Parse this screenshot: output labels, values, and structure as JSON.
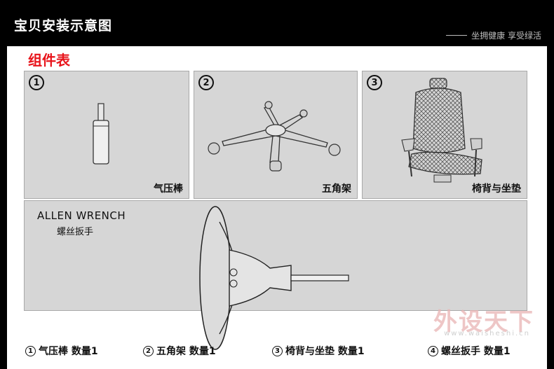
{
  "header": {
    "title": "宝贝安装示意图",
    "slogan": "坐拥健康  享受绿活"
  },
  "section": {
    "title": "组件表"
  },
  "panels": [
    {
      "num": "1",
      "label": "气压棒"
    },
    {
      "num": "2",
      "label": "五角架"
    },
    {
      "num": "3",
      "label": "椅背与坐垫"
    }
  ],
  "wrench": {
    "label_en": "ALLEN WRENCH",
    "label_zh": "螺丝扳手"
  },
  "footer": [
    {
      "num": "1",
      "text": "气压棒 数量1"
    },
    {
      "num": "2",
      "text": "五角架 数量1"
    },
    {
      "num": "3",
      "text": "椅背与坐垫 数量1"
    },
    {
      "num": "4",
      "text": "螺丝扳手 数量1"
    }
  ],
  "watermark": {
    "text": "外设天下",
    "url": "www.waisheshi.cn"
  },
  "colors": {
    "accent": "#e8141b",
    "panel_bg": "#d6d6d6",
    "header_bg": "#000000"
  }
}
